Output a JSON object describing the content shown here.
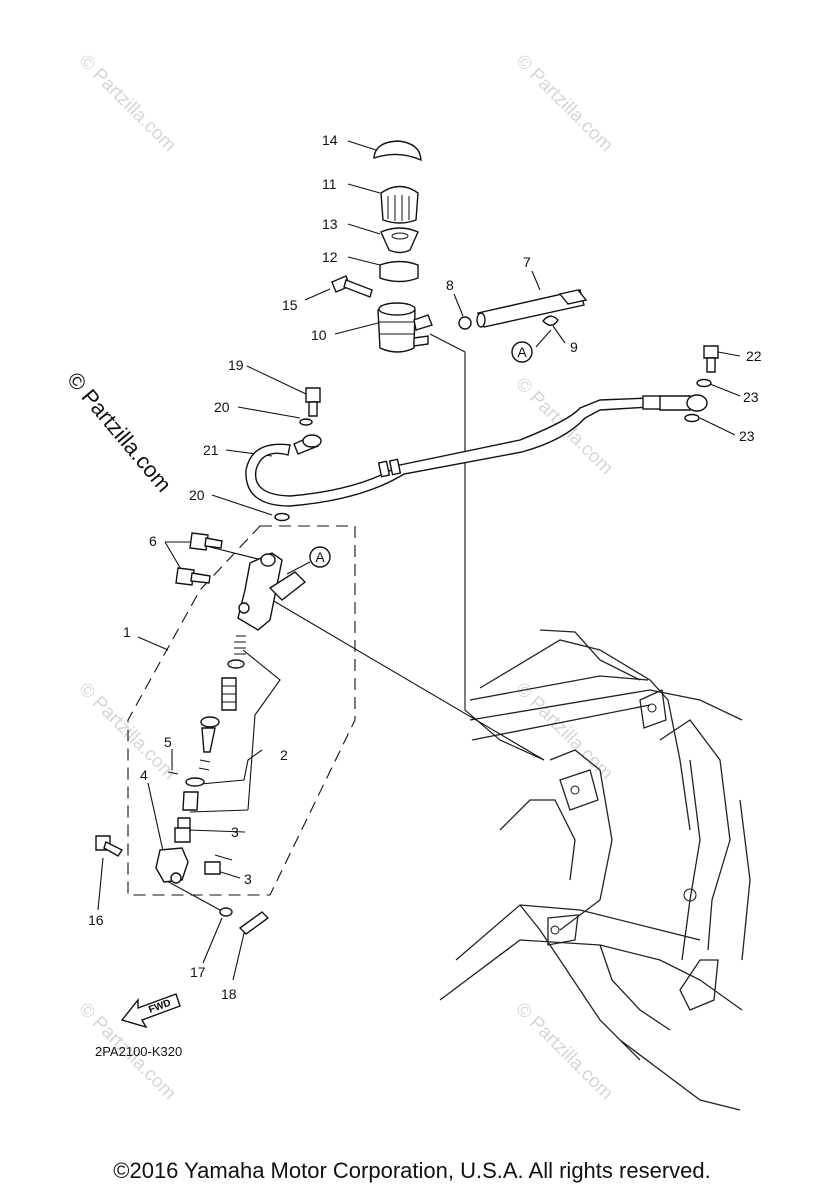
{
  "callouts": {
    "c1": "1",
    "c2": "2",
    "c3a": "3",
    "c3b": "3",
    "c4": "4",
    "c5": "5",
    "c6": "6",
    "c7": "7",
    "c8": "8",
    "c9": "9",
    "c10": "10",
    "c11": "11",
    "c12": "12",
    "c13": "13",
    "c14": "14",
    "c15": "15",
    "c16": "16",
    "c17": "17",
    "c18": "18",
    "c19": "19",
    "c20a": "20",
    "c20b": "20",
    "c21": "21",
    "c22": "22",
    "c23a": "23",
    "c23b": "23"
  },
  "ref_marks": {
    "a_top": "A",
    "a_mid": "A"
  },
  "direction_label": "FWD",
  "diagram_code": "2PA2100-K320",
  "watermark_main": "© Partzilla.com",
  "watermark_faint": "© Partzilla.com",
  "copyright": "©2016  Yamaha Motor Corporation, U.S.A. All rights reserved."
}
